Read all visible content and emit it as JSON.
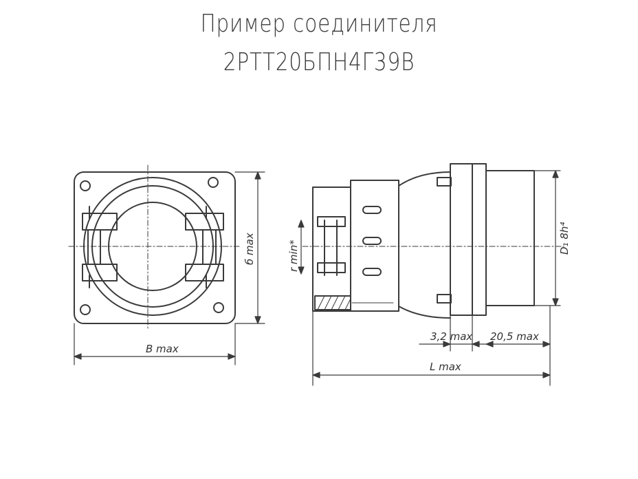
{
  "title": {
    "line1": "Пример соединителя",
    "line2": "2РТТ20БПН4Г39В"
  },
  "dimensions": {
    "width_front": "B max",
    "height_front": "б max",
    "r_min": "r min*",
    "d_side": "D₁ 8h⁴",
    "d32": "3,2 max",
    "d205": "20,5 max",
    "l_max": "L max"
  },
  "colors": {
    "ink": "#3a3a3a",
    "background": "#ffffff"
  }
}
